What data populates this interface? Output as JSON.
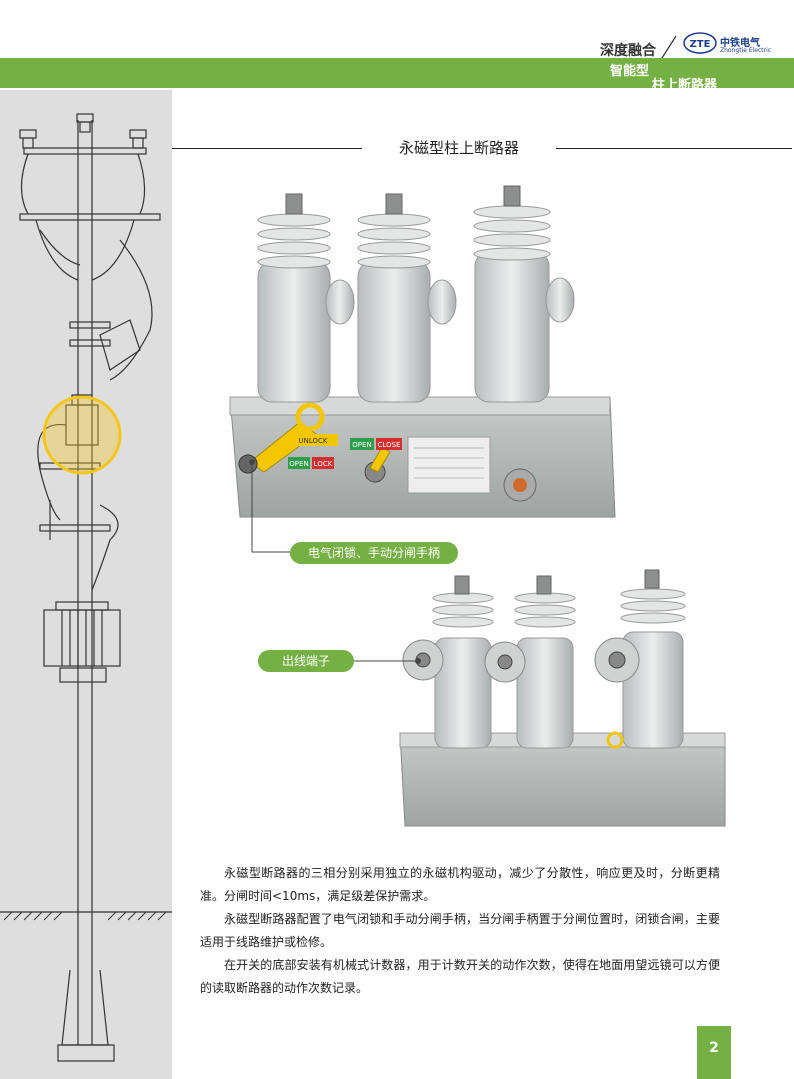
{
  "header": {
    "line1": "深度融合",
    "line2": "智能型",
    "line3": "柱上断路器",
    "logo_mark": "ZTE",
    "logo_name": "中铁电气",
    "logo_sub": "Zhongtie Electric"
  },
  "title": "永磁型柱上断路器",
  "product1_labels": {
    "unlock": "UNLOCK",
    "open": "OPEN",
    "lock": "LOCK",
    "open2": "OPEN",
    "close": "CLOSE"
  },
  "callouts": {
    "handle": "电气闭锁、手动分闸手柄",
    "terminal": "出线端子"
  },
  "body": {
    "p1": "永磁型断路器的三相分别采用独立的永磁机构驱动，减少了分散性，响应更及时，分断更精准。分闸时间<10ms，满足级差保护需求。",
    "p2": "永磁型断路器配置了电气闭锁和手动分闸手柄，当分闸手柄置于分闸位置时，闭锁合闸，主要适用于线路维护或检修。",
    "p3": "在开关的底部安装有机械式计数器，用于计数开关的动作次数，使得在地面用望远镜可以方便的读取断路器的动作次数记录。"
  },
  "page_number": "2",
  "colors": {
    "accent_green": "#74b043",
    "panel_gray": "#dedede",
    "logo_blue": "#1a3e8c",
    "highlight_yellow": "#f5c518"
  }
}
